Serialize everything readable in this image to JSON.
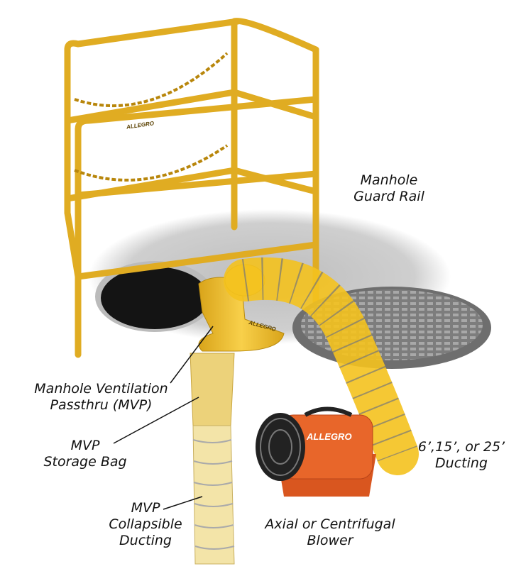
{
  "labels": {
    "guard_rail": [
      "Manhole",
      "Guard Rail"
    ],
    "mvp": [
      "Manhole Ventilation",
      "Passthru (MVP)"
    ],
    "storage_bag": [
      "MVP",
      "Storage Bag"
    ],
    "collapsible": [
      "MVP",
      "Collapsible",
      "Ducting"
    ],
    "blower": [
      "Axial or Centrifugal",
      "Blower"
    ],
    "ducting": [
      "6’,15’, or 25’",
      "Ducting"
    ]
  },
  "brand": "ALLEGRO",
  "colors": {
    "yellow": "#f2c230",
    "orange": "#e8662a",
    "shadow": "#c8c8c8",
    "hole": "#1a1a1a",
    "cover": "#8a8a8a"
  }
}
